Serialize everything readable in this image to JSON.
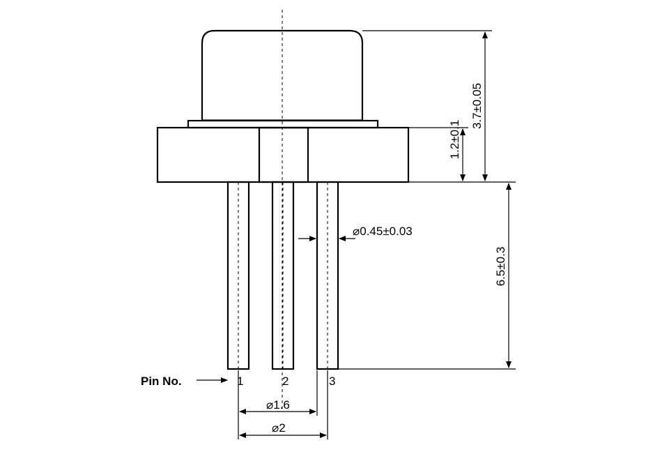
{
  "diagram": {
    "pin_no_label": "Pin No.",
    "pins": [
      {
        "number": "1"
      },
      {
        "number": "2"
      },
      {
        "number": "3"
      }
    ],
    "dimensions": {
      "cap_height": "3.7±0.05",
      "flange_thickness": "1.2±0.1",
      "lead_length": "6.5±0.3",
      "lead_diameter": "⌀0.45±0.03",
      "pin_circle_inner": "⌀1.6",
      "pin_circle_outer": "⌀2"
    }
  }
}
